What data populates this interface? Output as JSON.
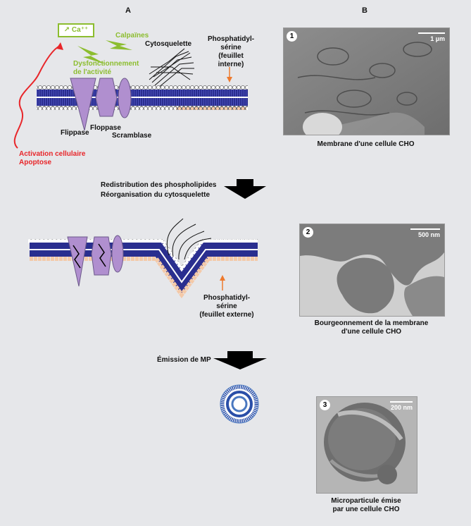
{
  "panel_a_label": "A",
  "panel_b_label": "B",
  "step1": {
    "calcium": "↗ Ca⁺⁺",
    "calpaines": "Calpaïnes",
    "dysfonctionnement": "Dysfonctionnement",
    "de_activite": "de l'activité",
    "cytosquelette": "Cytosquelette",
    "ps_line1": "Phosphatidyl-",
    "ps_line2": "sérine",
    "ps_line3": "(feuillet interne)",
    "flippase": "Flippase",
    "floppase": "Floppase",
    "scramblase": "Scramblase",
    "activation": "Activation cellulaire",
    "apoptose": "Apoptose"
  },
  "arrow1": {
    "line1": "Redistribution des phospholipides",
    "line2": "Réorganisation du cytosquelette"
  },
  "step2": {
    "ps_line1": "Phosphatidyl-",
    "ps_line2": "sérine",
    "ps_line3": "(feuillet externe)"
  },
  "arrow2": {
    "label": "Émission de MP"
  },
  "em": [
    {
      "num": "1",
      "scale": "1 µm",
      "cap1": "Membrane d'une cellule CHO",
      "cap2": ""
    },
    {
      "num": "2",
      "scale": "500 nm",
      "cap1": "Bourgeonnement de la membrane",
      "cap2": "d'une cellule CHO"
    },
    {
      "num": "3",
      "scale": "200 nm",
      "cap1": "Microparticule émise",
      "cap2": "par une cellule CHO"
    }
  ],
  "colors": {
    "red": "#e8262a",
    "green": "#8cbd2f",
    "orange": "#ee7a2e",
    "membrane_blue": "#2a2e8f",
    "protein": "#b08fcf"
  }
}
